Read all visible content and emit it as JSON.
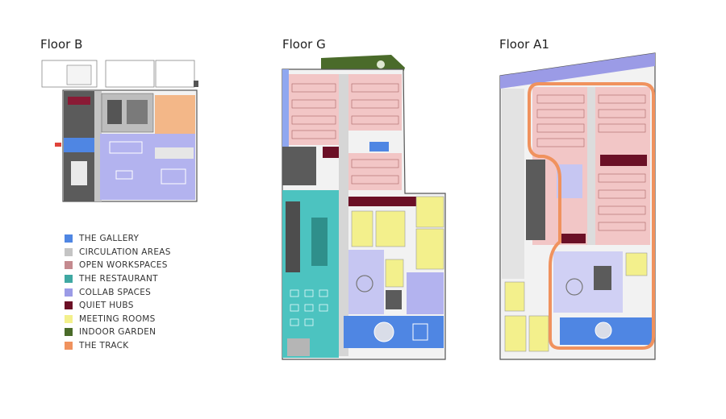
{
  "floors": {
    "b": {
      "title": "Floor B"
    },
    "g": {
      "title": "Floor G"
    },
    "a1": {
      "title": "Floor A1"
    }
  },
  "legend": [
    {
      "label": "THE GALLERY",
      "color": "#4f86e3"
    },
    {
      "label": "CIRCULATION AREAS",
      "color": "#c4c4c4"
    },
    {
      "label": "OPEN WORKSPACES",
      "color": "#c48a8f"
    },
    {
      "label": "THE RESTAURANT",
      "color": "#3fa8a2"
    },
    {
      "label": "COLLAB SPACES",
      "color": "#9b9be6"
    },
    {
      "label": "QUIET HUBS",
      "color": "#6b1026"
    },
    {
      "label": "MEETING ROOMS",
      "color": "#f3f08c"
    },
    {
      "label": "INDOOR GARDEN",
      "color": "#4a6b2a"
    },
    {
      "label": "THE TRACK",
      "color": "#f0925e"
    }
  ]
}
